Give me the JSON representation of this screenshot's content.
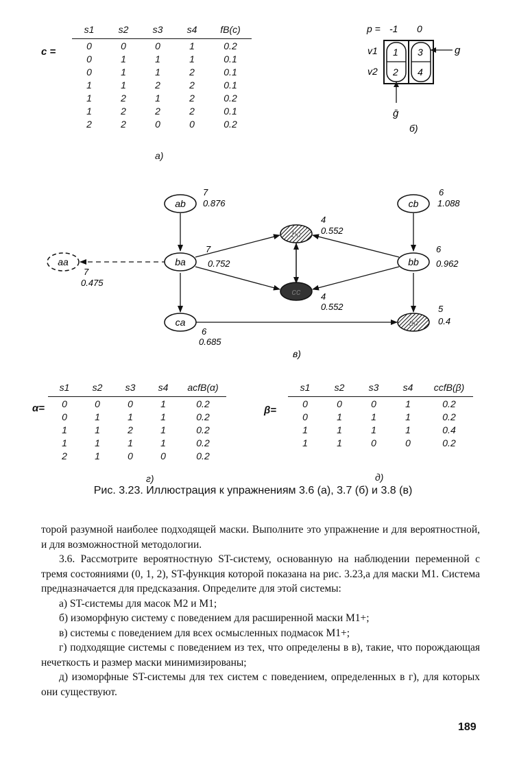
{
  "table_a": {
    "row_label": "c =",
    "headers": [
      "s1",
      "s2",
      "s3",
      "s4",
      "fB(c)"
    ],
    "rows": [
      [
        "0",
        "0",
        "0",
        "1",
        "0.2"
      ],
      [
        "0",
        "1",
        "1",
        "1",
        "0.1"
      ],
      [
        "0",
        "1",
        "1",
        "2",
        "0.1"
      ],
      [
        "1",
        "1",
        "2",
        "2",
        "0.1"
      ],
      [
        "1",
        "2",
        "1",
        "2",
        "0.2"
      ],
      [
        "1",
        "2",
        "2",
        "2",
        "0.1"
      ],
      [
        "2",
        "2",
        "0",
        "0",
        "0.2"
      ]
    ],
    "label": "а)"
  },
  "mask_b": {
    "p_label": "p =",
    "p_values": [
      "-1",
      "0"
    ],
    "var_labels": [
      "v1",
      "v2"
    ],
    "cells": [
      "1",
      "3",
      "2",
      "4"
    ],
    "g_label": "g",
    "gbar_label": "ḡ",
    "label": "б)"
  },
  "graph_c": {
    "nodes": [
      {
        "id": "ab",
        "label": "ab",
        "n": "7",
        "v": "0.876"
      },
      {
        "id": "cb",
        "label": "cb",
        "n": "6",
        "v": "1.088"
      },
      {
        "id": "bc",
        "label": "bc",
        "n": "4",
        "v": "0.552"
      },
      {
        "id": "aa",
        "label": "aa",
        "n": "7",
        "v": "0.475"
      },
      {
        "id": "ba",
        "label": "ba",
        "n": "7",
        "v": "0.752"
      },
      {
        "id": "bb",
        "label": "bb",
        "n": "6",
        "v": "0.962"
      },
      {
        "id": "cc",
        "label": "cc",
        "n": "4",
        "v": "0.552"
      },
      {
        "id": "ca",
        "label": "ca",
        "n": "6",
        "v": "0.685"
      },
      {
        "id": "ac",
        "label": "ac",
        "n": "5",
        "v": "0.4"
      }
    ],
    "label": "в)"
  },
  "table_d": {
    "row_label": "α=",
    "headers": [
      "s1",
      "s2",
      "s3",
      "s4",
      "acfB(α)"
    ],
    "rows": [
      [
        "0",
        "0",
        "0",
        "1",
        "0.2"
      ],
      [
        "0",
        "1",
        "1",
        "1",
        "0.2"
      ],
      [
        "1",
        "1",
        "2",
        "1",
        "0.2"
      ],
      [
        "1",
        "1",
        "1",
        "1",
        "0.2"
      ],
      [
        "2",
        "1",
        "0",
        "0",
        "0.2"
      ]
    ],
    "label": "г)"
  },
  "table_e": {
    "row_label": "β=",
    "headers": [
      "s1",
      "s2",
      "s3",
      "s4",
      "ccfB(β)"
    ],
    "rows": [
      [
        "0",
        "0",
        "0",
        "1",
        "0.2"
      ],
      [
        "0",
        "1",
        "1",
        "1",
        "0.2"
      ],
      [
        "1",
        "1",
        "1",
        "1",
        "0.4"
      ],
      [
        "1",
        "1",
        "0",
        "0",
        "0.2"
      ]
    ],
    "label": "д)"
  },
  "caption": "Рис. 3.23. Иллюстрация к упражнениям 3.6 (а), 3.7 (б) и 3.8 (в)",
  "body": {
    "p1": "торой разумной наиболее подходящей маски. Выполните это упражнение и для вероятностной, и для возможностной методологии.",
    "p2": "3.6. Рассмотрите вероятностную ST-систему, основанную на наблюдении переменной с тремя состояниями (0, 1, 2), ST-функция которой показана на рис. 3.23,а для маски M1. Система предназначается для предсказания. Определите для этой системы:",
    "items": [
      "а) ST-системы для масок M2 и M1;",
      "б) изоморфную систему с поведением для расширенной маски M1+;",
      "в) системы с поведением для всех осмысленных подмасок M1+;",
      "г) подходящие системы с поведением из тех, что определены в в), такие, что порождающая нечеткость и размер маски минимизированы;",
      "д) изоморфные ST-системы для тех систем с поведением, определенных в г), для которых они существуют."
    ]
  },
  "page_number": "189"
}
